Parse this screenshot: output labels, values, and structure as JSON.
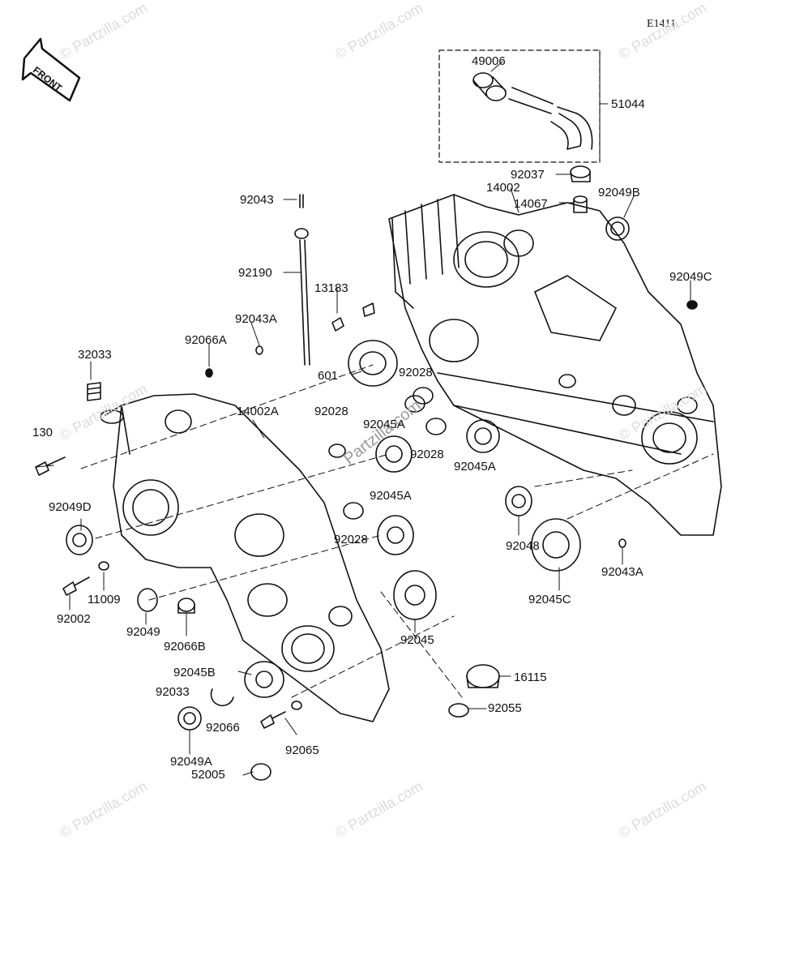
{
  "diagram_code": "E1411",
  "front_label": "FRONT",
  "watermark": "© Partzilla.com",
  "watermark_center": "Partzilla.com",
  "labels": [
    "49006",
    "51044",
    "92037",
    "14002",
    "14067",
    "92049B",
    "92043",
    "92190",
    "13183",
    "92049C",
    "92043A",
    "92066A",
    "32033",
    "601",
    "92028",
    "14002A",
    "92028",
    "92045A",
    "92028",
    "92045A",
    "130",
    "92049D",
    "92045A",
    "92028",
    "92048",
    "92043A",
    "11009",
    "92002",
    "92049",
    "92066B",
    "92045C",
    "92045",
    "92045B",
    "16115",
    "92033",
    "92055",
    "92066",
    "92065",
    "92049A",
    "52005"
  ]
}
